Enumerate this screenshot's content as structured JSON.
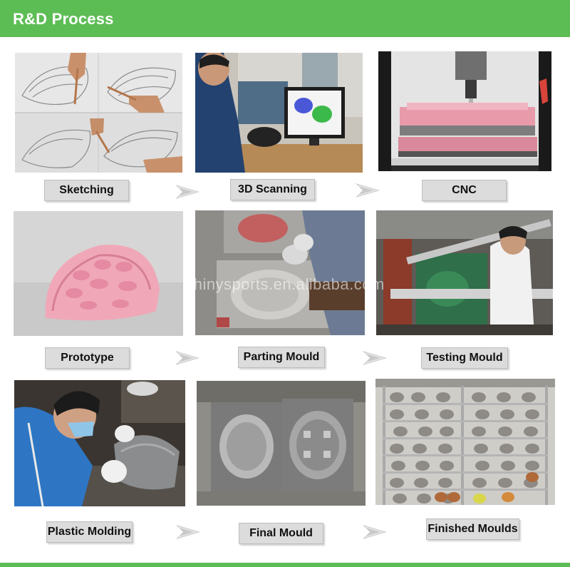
{
  "header": {
    "title": "R&D Process"
  },
  "watermark": "shinysports.en.alibaba.com",
  "steps": [
    {
      "label": "Sketching"
    },
    {
      "label": "3D Scanning"
    },
    {
      "label": "CNC"
    },
    {
      "label": "Prototype"
    },
    {
      "label": "Parting Mould"
    },
    {
      "label": "Testing Mould"
    },
    {
      "label": "Plastic Molding"
    },
    {
      "label": "Final Mould"
    },
    {
      "label": "Finished Moulds"
    }
  ],
  "colors": {
    "header": "#5dbd55",
    "label_bg": "#dcdcdc",
    "arrow": "#c9c9c9"
  }
}
